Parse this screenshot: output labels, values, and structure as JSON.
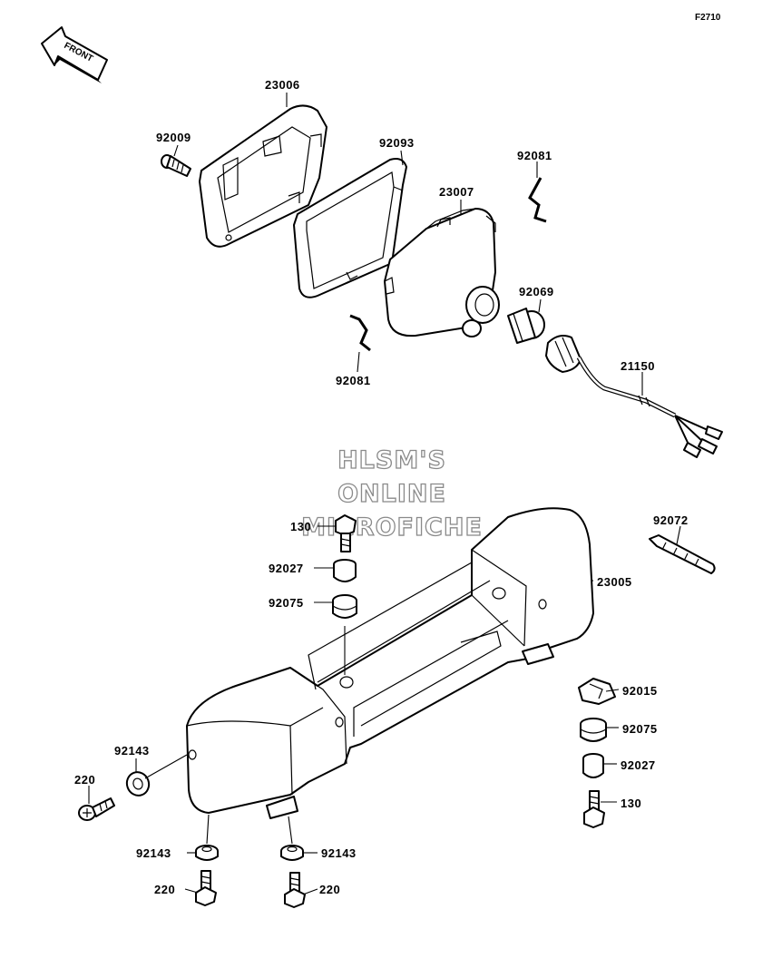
{
  "figure_code": "F2710",
  "front_label": "FRONT",
  "watermark": [
    "HLSM'S",
    "ONLINE",
    "MICROFICHE"
  ],
  "part_labels": {
    "p23006": "23006",
    "p92009": "92009",
    "p92093": "92093",
    "p92081_top": "92081",
    "p23007": "23007",
    "p92069": "92069",
    "p92081_bottom": "92081",
    "p21150": "21150",
    "p92072": "92072",
    "p130_top": "130",
    "p92027_top": "92027",
    "p92075_top": "92075",
    "p23005": "23005",
    "p92015": "92015",
    "p92075_right": "92075",
    "p92027_right": "92027",
    "p130_right": "130",
    "p92143_left": "92143",
    "p220_left": "220",
    "p92143_bottom_left": "92143",
    "p92143_bottom_right": "92143",
    "p220_bottom_left": "220",
    "p220_bottom_right": "220"
  }
}
